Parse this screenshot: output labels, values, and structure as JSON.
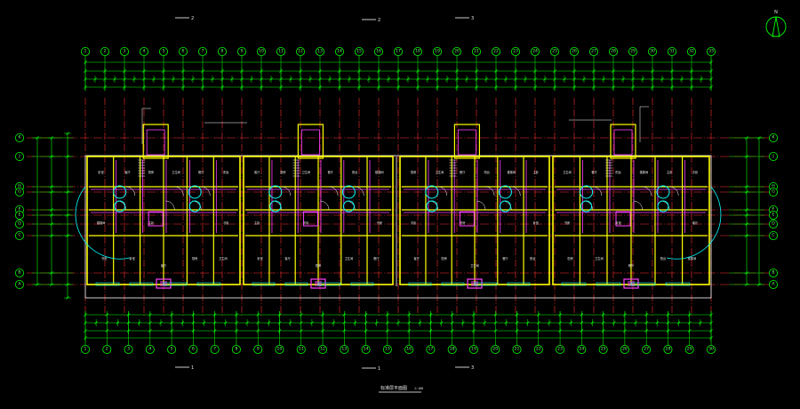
{
  "drawing": {
    "title": "标准层平面图",
    "scale": "1:100",
    "subnote": "",
    "north_label": "N",
    "colors": {
      "background": "#000000",
      "dimension": "#00ff00",
      "axis_bubble": "#00ff00",
      "axis_line": "#ff3030",
      "wall": "#ffff00",
      "wall_inner": "#ff40ff",
      "window": "#00ffff",
      "outline": "#ffffff",
      "stair": "#ffffff"
    }
  },
  "axes_top": [
    "1",
    "2",
    "3",
    "4",
    "5",
    "6",
    "7",
    "8",
    "9",
    "10",
    "11",
    "12",
    "13",
    "14",
    "15",
    "16",
    "17",
    "18",
    "19",
    "20",
    "21",
    "22",
    "23",
    "24",
    "25",
    "26",
    "27",
    "28",
    "29",
    "30",
    "31",
    "32",
    "33"
  ],
  "axes_bottom": [
    "1",
    "2",
    "3",
    "4",
    "5",
    "6",
    "7",
    "8",
    "9",
    "10",
    "11",
    "12",
    "13",
    "14",
    "15",
    "16",
    "17",
    "18",
    "19",
    "20",
    "21",
    "22",
    "23",
    "24",
    "25",
    "26",
    "27",
    "28",
    "29",
    "30"
  ],
  "axes_side": [
    "K",
    "J",
    "H",
    "G",
    "F",
    "E",
    "D",
    "C",
    "B",
    "A"
  ],
  "section_marks": [
    "1",
    "2",
    "3"
  ],
  "room_labels": [
    "卧室",
    "客厅",
    "厨房",
    "卫生间",
    "餐厅",
    "阳台",
    "楼梯间",
    "主卧",
    "次卧",
    "书房"
  ]
}
